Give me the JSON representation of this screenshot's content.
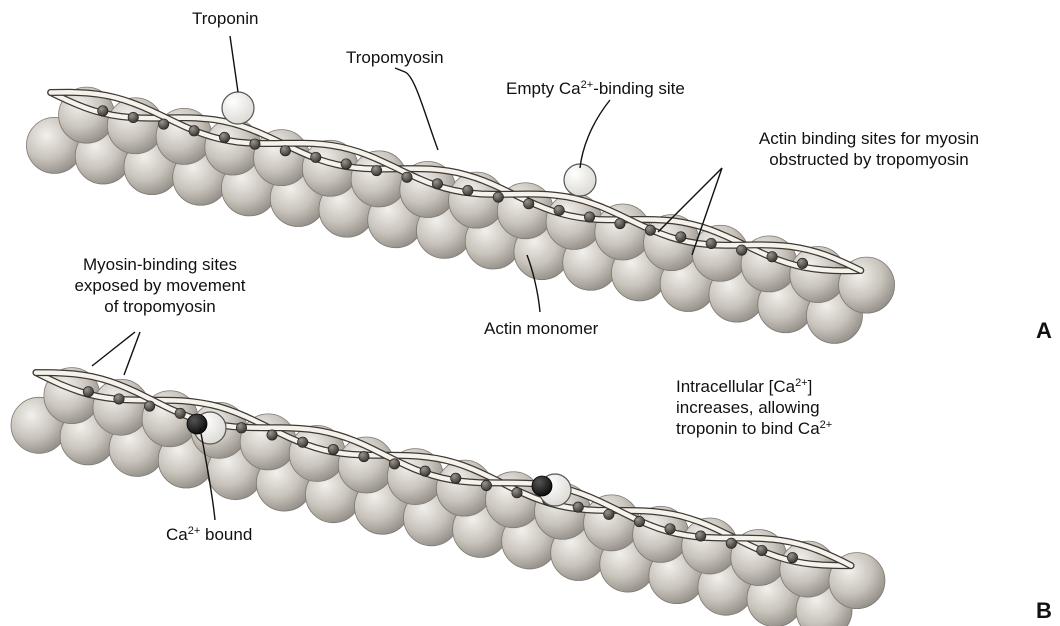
{
  "figure": {
    "panel_a": {
      "letter": "A",
      "labels": {
        "troponin": "Troponin",
        "tropomyosin": "Tropomyosin",
        "empty_site": {
          "pre": "Empty Ca",
          "sup": "2+",
          "post": "-binding site"
        },
        "obstructed_line1": "Actin binding sites for myosin",
        "obstructed_line2": "obstructed by tropomyosin",
        "actin_monomer": "Actin monomer"
      }
    },
    "panel_b": {
      "letter": "B",
      "labels": {
        "exposed_line1": "Myosin-binding sites",
        "exposed_line2": "exposed by movement",
        "exposed_line3": "of tropomyosin",
        "intracellular_line1": {
          "pre": "Intracellular [Ca",
          "sup": "2+",
          "post": "]"
        },
        "intracellular_line2": "increases, allowing",
        "intracellular_line3": {
          "pre": "troponin to bind Ca",
          "sup": "2+"
        },
        "ca_bound": {
          "pre": "Ca",
          "sup": "2+",
          "post": " bound"
        }
      }
    },
    "colors": {
      "actin_light": "#eeece8",
      "actin_mid": "#bdb8b0",
      "actin_dark": "#8a857e",
      "tropomyosin": "#f4f2ea",
      "binding_site": "#3f3a36",
      "troponin_empty": "#ffffff",
      "calcium": "#111111"
    }
  }
}
